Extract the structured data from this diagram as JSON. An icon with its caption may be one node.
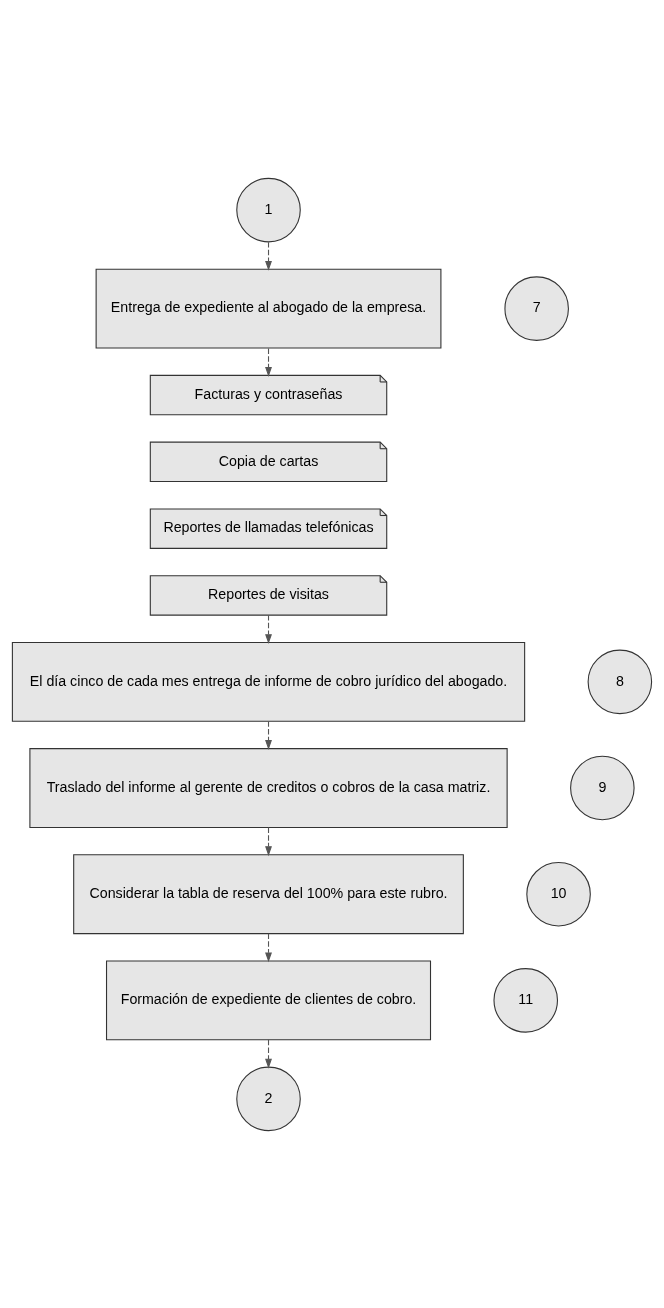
{
  "diagram": {
    "nodes": [
      {
        "text": [
          "1"
        ]
      },
      {
        "text": [
          "Entrega de expediente al abogado de la empresa."
        ]
      },
      {
        "text": [
          "7"
        ]
      },
      {
        "text": [
          "Facturas y contraseñas"
        ]
      },
      {
        "text": [
          "Copia de cartas"
        ]
      },
      {
        "text": [
          "Reportes de llamadas telefónicas"
        ]
      },
      {
        "text": [
          "Reportes de visitas"
        ]
      },
      {
        "text": [
          "El día cinco de cada mes entrega de informe de cobro jurídico del abogado."
        ]
      },
      {
        "text": [
          "8"
        ]
      },
      {
        "text": [
          "Traslado del informe al gerente de creditos o cobros de la casa matriz."
        ]
      },
      {
        "text": [
          "9"
        ]
      },
      {
        "text": [
          "Considerar la tabla de reserva del 100% para este rubro."
        ]
      },
      {
        "text": [
          "10"
        ]
      },
      {
        "text": [
          "Formación de expediente de clientes de cobro."
        ]
      },
      {
        "text": [
          "11"
        ]
      },
      {
        "text": [
          "2"
        ]
      }
    ],
    "edges": [
      {
        "from": 0,
        "to": 1,
        "arrow": "to",
        "style": "dashed"
      },
      {
        "from": 1,
        "to": 3,
        "arrow": "to",
        "style": "dashed"
      },
      {
        "from": 6,
        "to": 7,
        "arrow": "to",
        "style": "dashed"
      },
      {
        "from": 7,
        "to": 9,
        "arrow": "to",
        "style": "dashed"
      },
      {
        "from": 9,
        "to": 11,
        "arrow": "to",
        "style": "dashed"
      },
      {
        "from": 11,
        "to": 13,
        "arrow": "to",
        "style": "dashed"
      },
      {
        "from": 13,
        "to": 15,
        "arrow": "to",
        "style": "dashed"
      }
    ]
  }
}
